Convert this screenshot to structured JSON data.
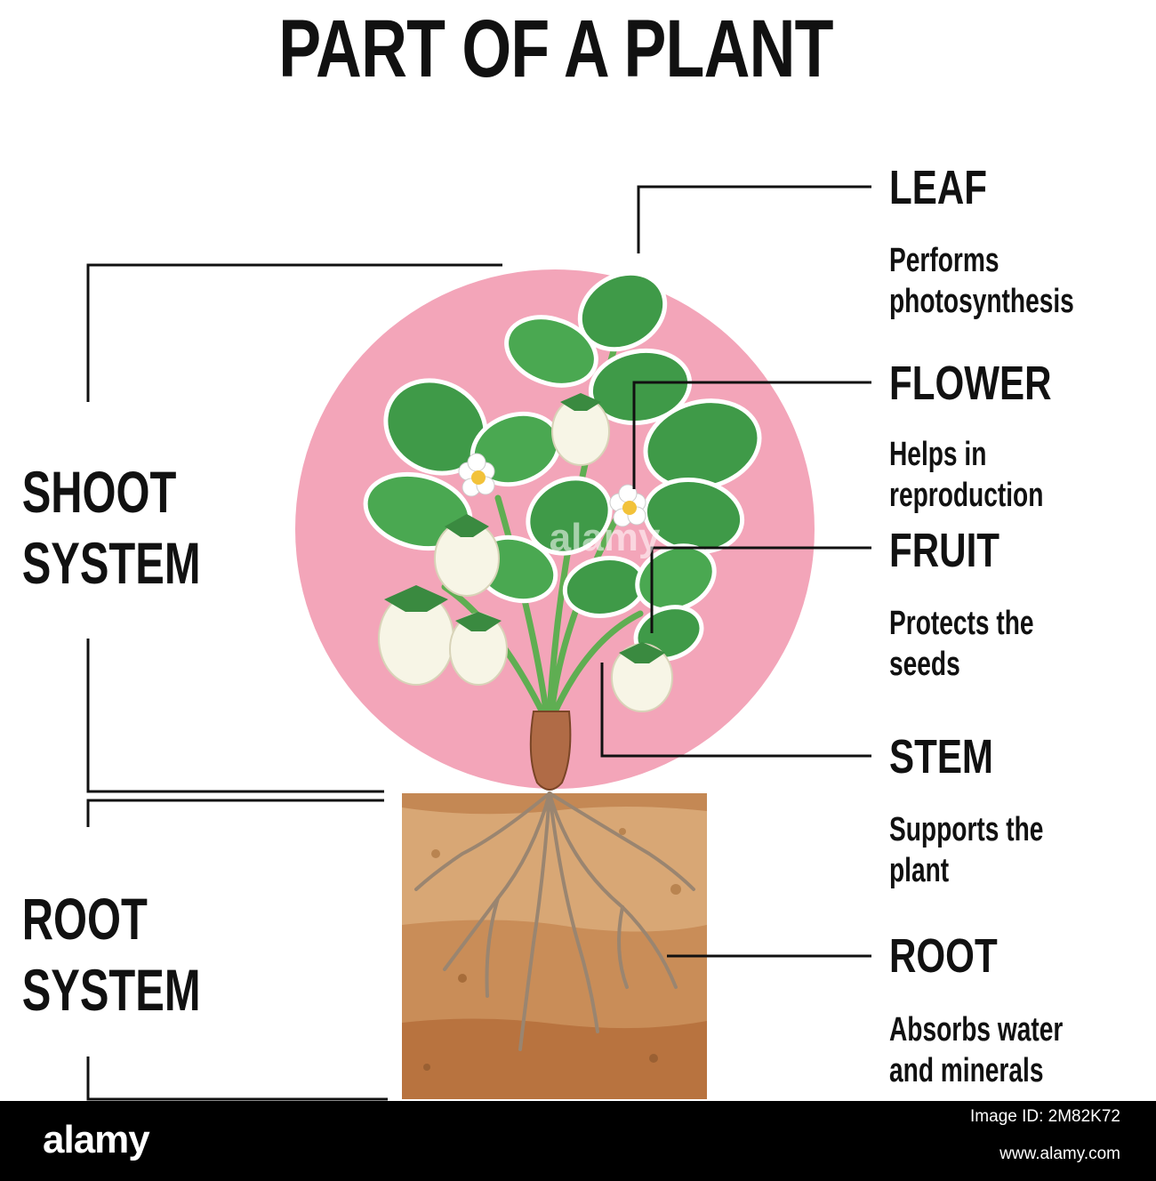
{
  "title": "PART OF A PLANT",
  "systems": {
    "shoot": [
      "SHOOT",
      "SYSTEM"
    ],
    "root": [
      "ROOT",
      "SYSTEM"
    ]
  },
  "parts": {
    "leaf": {
      "label": "LEAF",
      "desc": [
        "Performs",
        "photosynthesis"
      ]
    },
    "flower": {
      "label": "FLOWER",
      "desc": [
        "Helps in reproduction"
      ]
    },
    "fruit": {
      "label": "FRUIT",
      "desc": [
        "Protects the",
        "seeds"
      ]
    },
    "stem": {
      "label": "STEM",
      "desc": [
        "Supports the",
        "plant"
      ]
    },
    "root": {
      "label": "ROOT",
      "desc": [
        "Absorbs water",
        "and minerals"
      ]
    }
  },
  "colors": {
    "circle": "#f3a5b9",
    "leaf": "#3f9a48",
    "leaf_light": "#7cc06b",
    "fruit": "#f7f5e6",
    "soil_top": "#d8a775",
    "soil_mid": "#c98d58",
    "soil_bottom": "#b8733f",
    "line": "#111111"
  },
  "footer": {
    "logo": "alamy",
    "image_id": "Image ID: 2M82K72",
    "url": "www.alamy.com"
  },
  "watermark": "alamy"
}
